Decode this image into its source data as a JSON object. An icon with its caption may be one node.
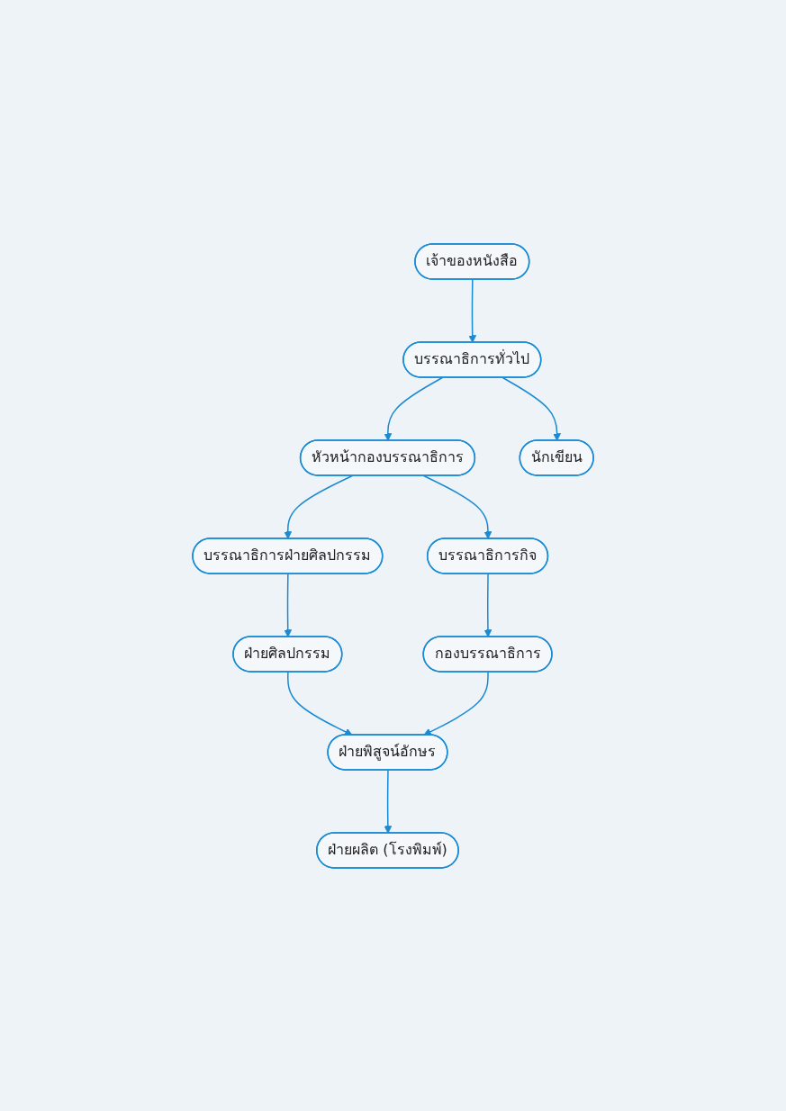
{
  "diagram": {
    "nodes": [
      {
        "text": [
          "เจ้าของหนังสือ"
        ]
      },
      {
        "text": [
          "บรรณาธิการทั่วไป"
        ]
      },
      {
        "text": [
          "หัวหน้ากองบรรณาธิการ"
        ]
      },
      {
        "text": [
          "นักเขียน"
        ]
      },
      {
        "text": [
          "บรรณาธิการฝ่ายศิลปกรรม"
        ]
      },
      {
        "text": [
          "บรรณาธิการกิจ"
        ]
      },
      {
        "text": [
          "ฝ่ายศิลปกรรม"
        ]
      },
      {
        "text": [
          "กองบรรณาธิการ"
        ]
      },
      {
        "text": [
          "ฝ่ายพิสูจน์อักษร"
        ]
      },
      {
        "text": [
          "ฝ่ายผลิต (โรงพิมพ์)"
        ]
      }
    ],
    "edges": [
      {
        "from": 0,
        "to": 1,
        "arrow": "to"
      },
      {
        "from": 1,
        "to": 2,
        "arrow": "to"
      },
      {
        "from": 1,
        "to": 3,
        "arrow": "to"
      },
      {
        "from": 2,
        "to": 4,
        "arrow": "to"
      },
      {
        "from": 2,
        "to": 5,
        "arrow": "to"
      },
      {
        "from": 4,
        "to": 6,
        "arrow": "to"
      },
      {
        "from": 5,
        "to": 7,
        "arrow": "to"
      },
      {
        "from": 6,
        "to": 8,
        "arrow": "to"
      },
      {
        "from": 7,
        "to": 8,
        "arrow": "to"
      },
      {
        "from": 8,
        "to": 9,
        "arrow": "to"
      }
    ]
  }
}
